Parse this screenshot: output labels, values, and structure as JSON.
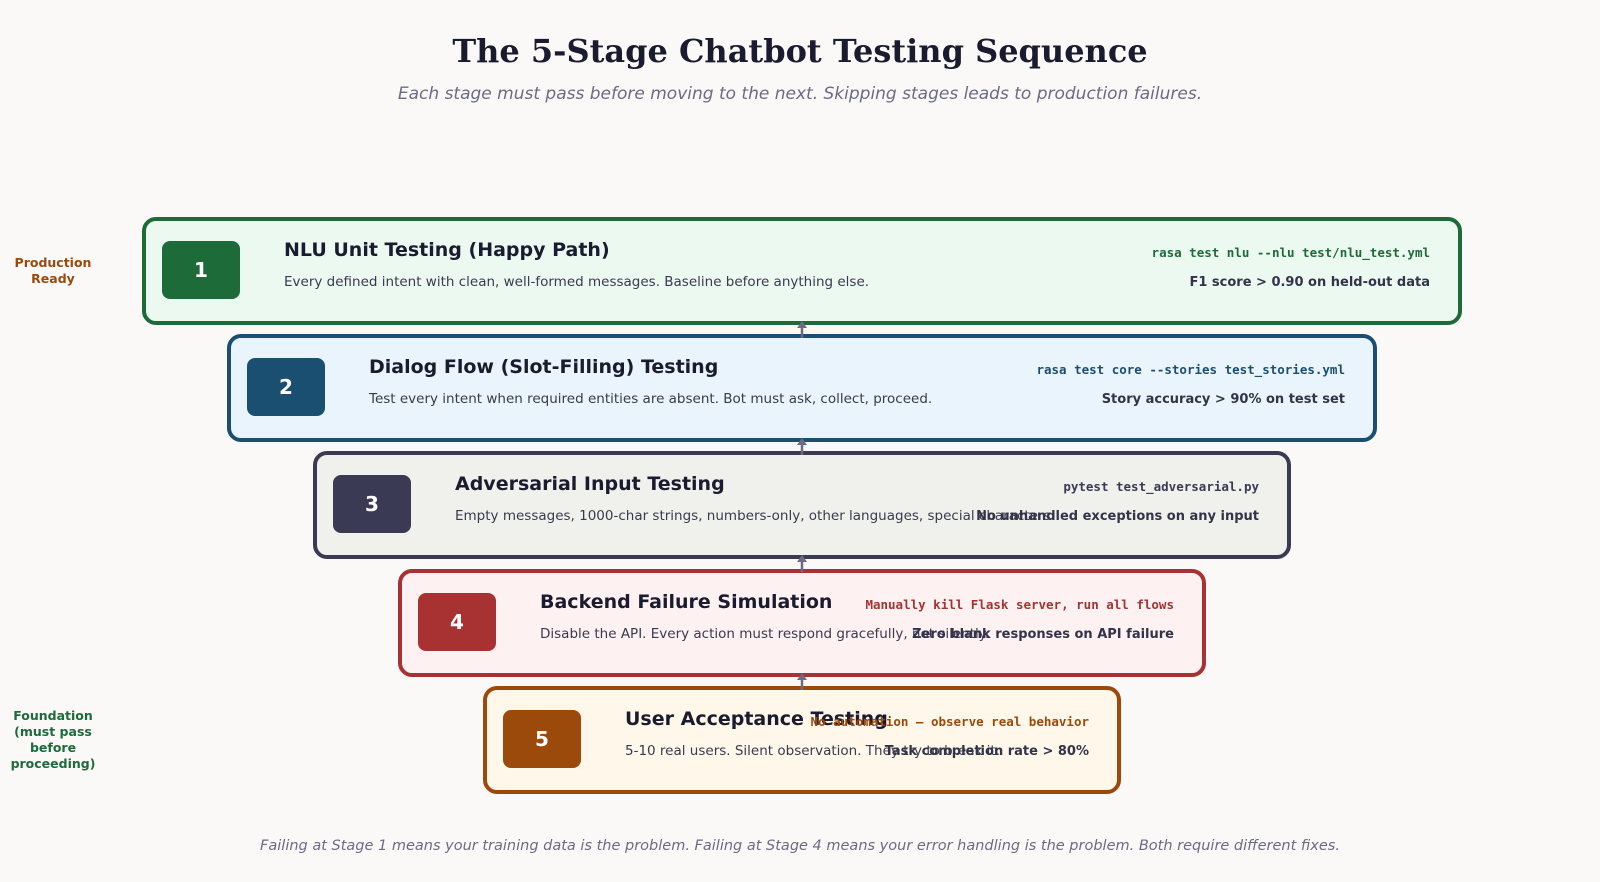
{
  "title": "The 5-Stage Chatbot Testing Sequence",
  "subtitle": "Each stage must pass before moving to the next. Skipping stages leads to production failures.",
  "side_labels": {
    "top": "Production\nReady",
    "bottom": "Foundation\n(must pass\nbefore\nproceeding)"
  },
  "stages": [
    {
      "number": "1",
      "title": "NLU Unit Testing (Happy Path)",
      "description": "Every defined intent with clean, well-formed messages. Baseline before anything else.",
      "command": "rasa test nlu --nlu test/nlu_test.yml",
      "criterion": "F1 score > 0.90 on held-out data",
      "color": "#1e6b3a"
    },
    {
      "number": "2",
      "title": "Dialog Flow (Slot-Filling) Testing",
      "description": "Test every intent when required entities are absent. Bot must ask, collect, proceed.",
      "command": "rasa test core --stories test_stories.yml",
      "criterion": "Story accuracy > 90% on test set",
      "color": "#1b4f72"
    },
    {
      "number": "3",
      "title": "Adversarial Input Testing",
      "description": "Empty messages, 1000-char strings, numbers-only, other languages, special characters",
      "command": "pytest test_adversarial.py",
      "criterion": "No unhandled exceptions on any input",
      "color": "#3a3a55"
    },
    {
      "number": "4",
      "title": "Backend Failure Simulation",
      "description": "Disable the API. Every action must respond gracefully, not silently.",
      "command": "Manually kill Flask server, run all flows",
      "criterion": "Zero blank responses on API failure",
      "color": "#a83232"
    },
    {
      "number": "5",
      "title": "User Acceptance Testing",
      "description": "5-10 real users. Silent observation. They try to break it.",
      "command": "No automation — observe real behavior",
      "criterion": "Task completion rate > 80%",
      "color": "#9c4a0b"
    }
  ],
  "footer": "Failing at Stage 1 means your training data is the problem.  Failing at Stage 4 means your error handling is the problem.  Both require different fixes."
}
